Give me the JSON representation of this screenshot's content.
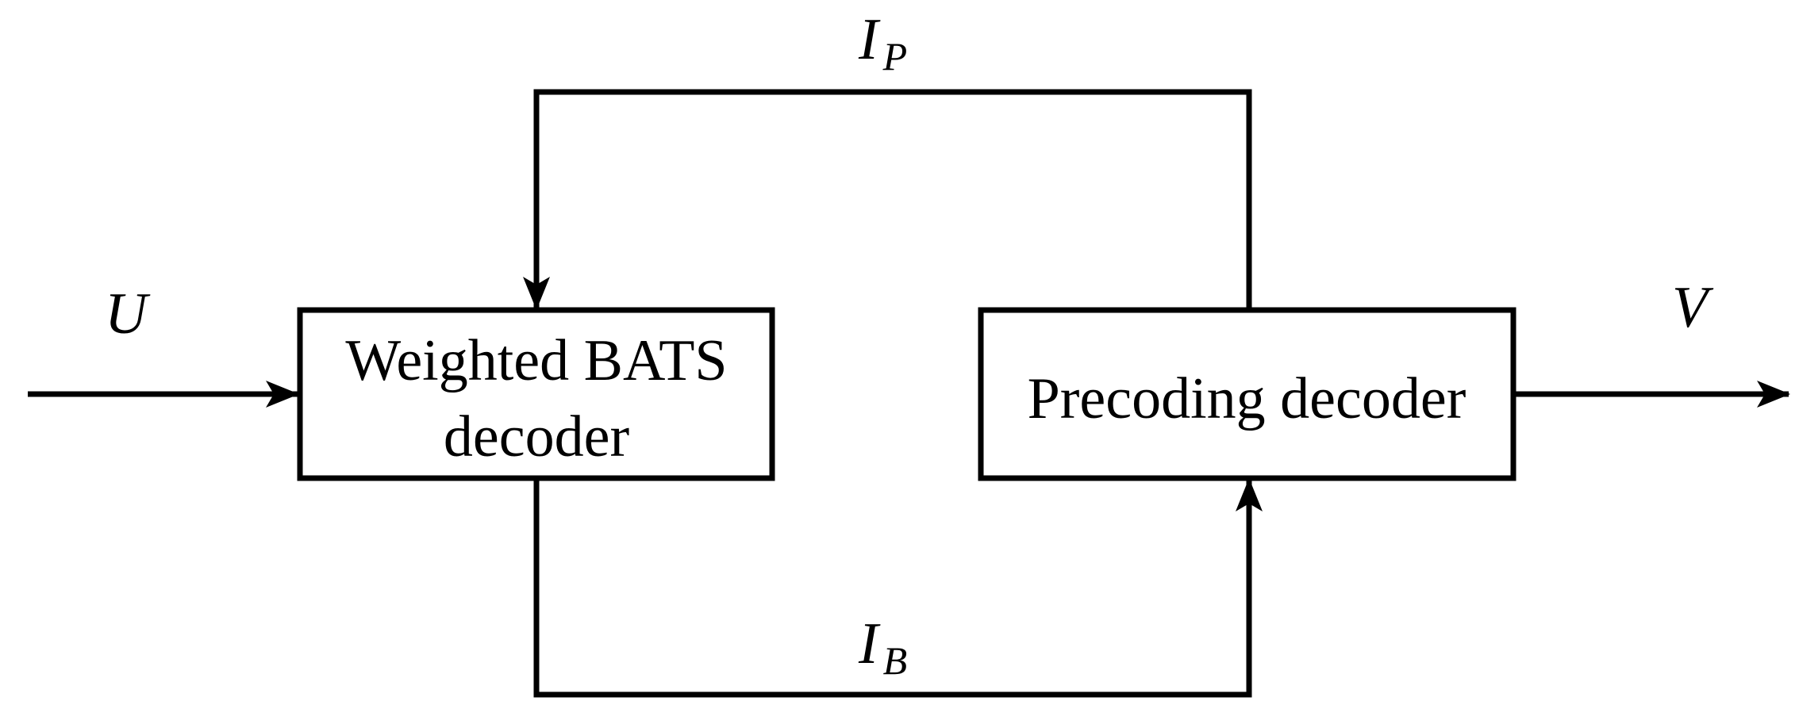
{
  "colors": {
    "stroke": "#000000",
    "background": "#ffffff"
  },
  "blocks": {
    "bats_decoder": {
      "line1": "Weighted BATS",
      "line2": "decoder"
    },
    "precoding_decoder": {
      "label": "Precoding decoder"
    }
  },
  "signals": {
    "input": "U",
    "output": "V",
    "feedback_top": {
      "symbol": "I",
      "subscript": "P"
    },
    "feedback_bottom": {
      "symbol": "I",
      "subscript": "B"
    }
  }
}
